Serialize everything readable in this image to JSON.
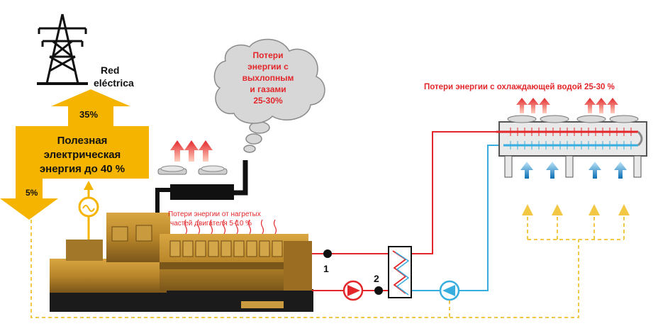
{
  "grid": {
    "label": "Red\neléctrica"
  },
  "useful_energy": {
    "text_line1": "Полезная",
    "text_line2": "электрическая",
    "text_line3": "энергия до 40 %",
    "grid_share": "35%",
    "own_use_share": "5%"
  },
  "exhaust_loss": {
    "line1": "Потери",
    "line2": "энергии с",
    "line3": "выхлопным",
    "line4": "и газами",
    "line5": "25-30%"
  },
  "engine_heat_loss": {
    "line1": "Потери энергии от нагретых",
    "line2": "частей двигателя 5-10 %"
  },
  "cooling_loss": {
    "text": "Потери энергии с охлаждающей водой 25-30 %"
  },
  "points": {
    "p1": "1",
    "p2": "2"
  },
  "colors": {
    "yellow": "#f5b400",
    "hot_line": "#e3262a",
    "cold_line": "#38aee0",
    "dashed": "#f2c744",
    "engine": "#b8862a",
    "loss_text": "#e3262a"
  }
}
